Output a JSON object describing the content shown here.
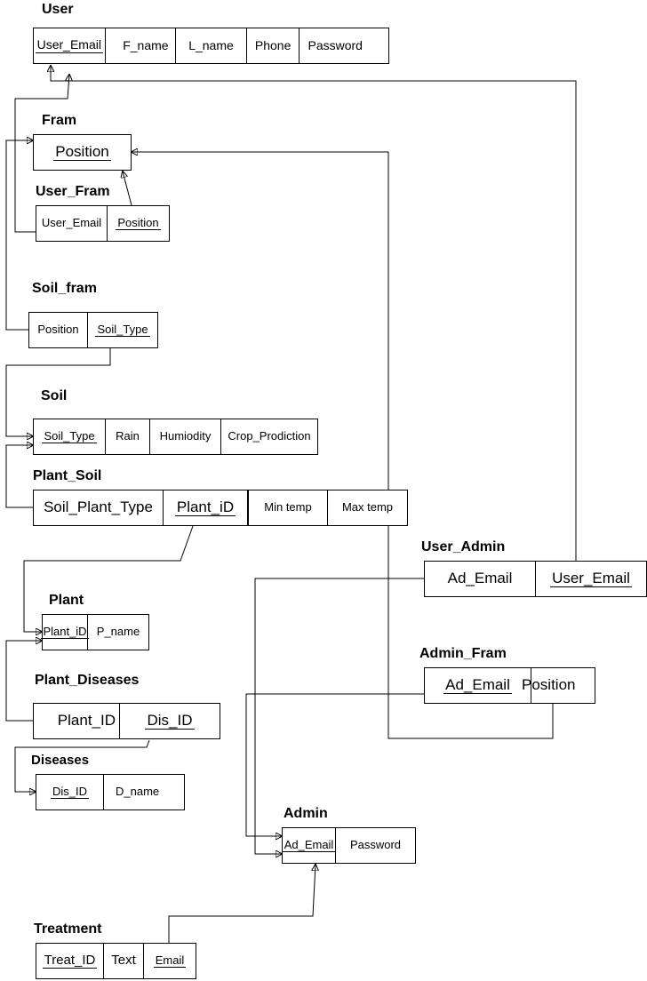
{
  "entities": {
    "user": {
      "title": "User",
      "fields": [
        "User_Email",
        "F_name",
        "L_name",
        "Phone",
        "Password"
      ]
    },
    "fram": {
      "title": "Fram",
      "fields": [
        "Position"
      ]
    },
    "user_fram": {
      "title": "User_Fram",
      "fields": [
        "User_Email",
        "Position"
      ]
    },
    "soil_fram": {
      "title": "Soil_fram",
      "fields": [
        "Position",
        "Soil_Type"
      ]
    },
    "soil": {
      "title": "Soil",
      "fields": [
        "Soil_Type",
        "Rain",
        "Humiodity",
        "Crop_Prodiction"
      ]
    },
    "plant_soil": {
      "title": "Plant_Soil",
      "fields": [
        "Soil_Plant_Type",
        "Plant_iD",
        "Min temp",
        "Max temp"
      ]
    },
    "plant": {
      "title": "Plant",
      "fields": [
        "Plant_iD",
        "P_name"
      ]
    },
    "plant_diseases": {
      "title": "Plant_Diseases",
      "fields": [
        "Plant_ID",
        "Dis_ID"
      ]
    },
    "diseases": {
      "title": "Diseases",
      "fields": [
        "Dis_ID",
        "D_name"
      ]
    },
    "user_admin": {
      "title": "User_Admin",
      "fields": [
        "Ad_Email",
        "User_Email"
      ]
    },
    "admin_fram": {
      "title": "Admin_Fram",
      "fields": [
        "Ad_Email",
        "Position"
      ]
    },
    "admin": {
      "title": "Admin",
      "fields": [
        "Ad_Email",
        "Password"
      ]
    },
    "treatment": {
      "title": "Treatment",
      "fields": [
        "Treat_ID",
        "Text",
        "Email"
      ]
    }
  },
  "relationships": [
    {
      "from": "user_fram.User_Email",
      "to": "user.User_Email"
    },
    {
      "from": "user_fram.Position",
      "to": "fram.Position"
    },
    {
      "from": "soil_fram.Position",
      "to": "fram.Position"
    },
    {
      "from": "soil_fram.Soil_Type",
      "to": "soil.Soil_Type"
    },
    {
      "from": "plant_soil.Soil_Plant_Type",
      "to": "soil.Soil_Type"
    },
    {
      "from": "plant_soil.Plant_iD",
      "to": "plant.Plant_iD"
    },
    {
      "from": "plant_diseases.Plant_ID",
      "to": "plant.Plant_iD"
    },
    {
      "from": "plant_diseases.Dis_ID",
      "to": "diseases.Dis_ID"
    },
    {
      "from": "user_admin.User_Email",
      "to": "user.User_Email"
    },
    {
      "from": "user_admin.Ad_Email",
      "to": "admin.Ad_Email"
    },
    {
      "from": "admin_fram.Ad_Email",
      "to": "admin.Ad_Email"
    },
    {
      "from": "admin_fram.Position",
      "to": "fram.Position"
    },
    {
      "from": "treatment.Email",
      "to": "admin.Ad_Email"
    }
  ]
}
